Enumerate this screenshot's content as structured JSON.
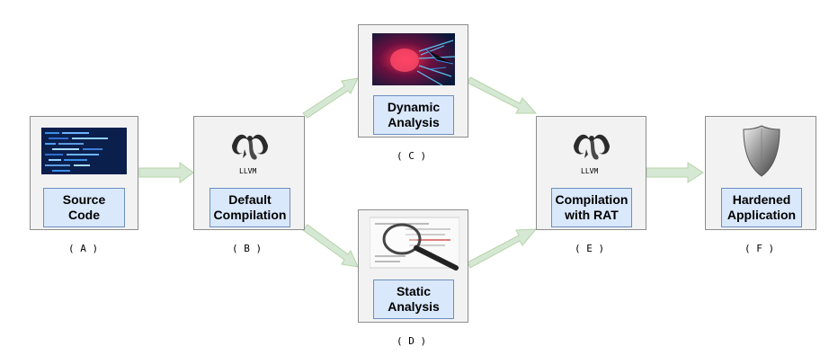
{
  "nodes": {
    "a": {
      "label": "Source\nCode",
      "tag": "( A )",
      "icon": "code-screen-icon"
    },
    "b": {
      "label": "Default\nCompilation",
      "tag": "( B )",
      "icon": "llvm-dragon-icon",
      "icon_text": "LLVM"
    },
    "c": {
      "label": "Dynamic\nAnalysis",
      "tag": "( C )",
      "icon": "neural-brain-icon"
    },
    "d": {
      "label": "Static\nAnalysis",
      "tag": "( D )",
      "icon": "magnifier-code-icon"
    },
    "e": {
      "label": "Compilation\nwith RAT",
      "tag": "( E )",
      "icon": "llvm-dragon-icon",
      "icon_text": "LLVM"
    },
    "f": {
      "label": "Hardened\nApplication",
      "tag": "( F )",
      "icon": "shield-icon"
    }
  },
  "colors": {
    "arrow": "#d5e8d4",
    "arrow_border": "#82b366",
    "label_fill": "#dae8fc",
    "label_border": "#6c8ebf",
    "box_fill": "#f2f2f2"
  }
}
